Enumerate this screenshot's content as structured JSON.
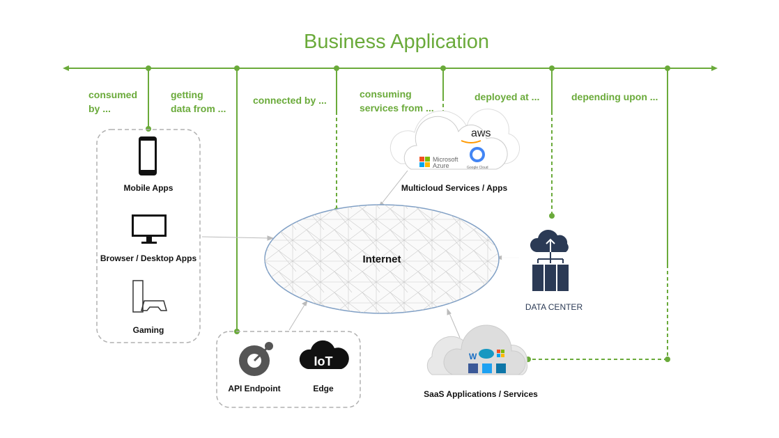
{
  "title": "Business Application",
  "colors": {
    "accent": "#6aaa3a",
    "dashed_box": "#b0b0b0"
  },
  "relations": [
    {
      "line1": "consumed",
      "line2": "by ..."
    },
    {
      "line1": "getting",
      "line2": "data from ..."
    },
    {
      "line1": "connected by ...",
      "line2": ""
    },
    {
      "line1": "consuming",
      "line2": "services from ..."
    },
    {
      "line1": "deployed at ...",
      "line2": ""
    },
    {
      "line1": "depending upon ...",
      "line2": ""
    }
  ],
  "clients": [
    "Mobile Apps",
    "Browser / Desktop Apps",
    "Gaming"
  ],
  "edge": [
    "API Endpoint",
    "Edge"
  ],
  "iot_text": "IoT",
  "internet": "Internet",
  "multicloud": {
    "caption": "Multicloud Services  / Apps",
    "logos": [
      "aws",
      "Microsoft Azure",
      "Google Cloud"
    ]
  },
  "datacenter": "DATA CENTER",
  "saas": {
    "caption": "SaaS Applications / Services",
    "logos": [
      "workday",
      "salesforce",
      "microsoft",
      "facebook",
      "twitter",
      "linkedin"
    ]
  }
}
